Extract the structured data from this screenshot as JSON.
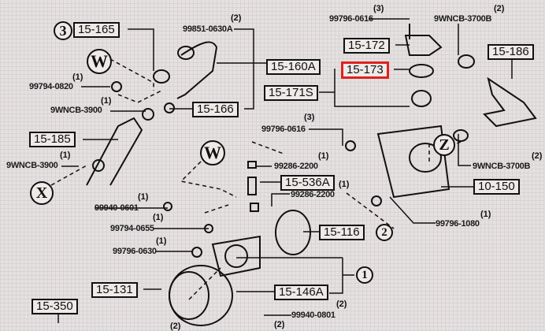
{
  "callouts": {
    "c3": "3",
    "w1": "W",
    "w2": "W",
    "x": "X",
    "z": "Z",
    "c2": "2",
    "c1": "1"
  },
  "boxes": {
    "b15165": "15-165",
    "b15160a": "15-160A",
    "b15166": "15-166",
    "b15185": "15-185",
    "b15172": "15-172",
    "b15173": "15-173",
    "b15186": "15-186",
    "b15171s": "15-171S",
    "b15536a": "15-536A",
    "b10150": "10-150",
    "b15116": "15-116",
    "b15131": "15-131",
    "b15146a": "15-146A",
    "b15350": "15-350"
  },
  "parts": [
    {
      "num": "99851-0630A",
      "qty": "(2)"
    },
    {
      "num": "99794-0820",
      "qty": "(1)"
    },
    {
      "num": "9WNCB-3900",
      "qty": "(1)"
    },
    {
      "num": "9WNCB-3900",
      "qty": "(1)"
    },
    {
      "num": "99796-0616",
      "qty": "(3)"
    },
    {
      "num": "9WNCB-3700B",
      "qty": "(2)"
    },
    {
      "num": "99796-0616",
      "qty": "(3)"
    },
    {
      "num": "9WNCB-3700B",
      "qty": "(2)"
    },
    {
      "num": "99286-2200",
      "qty": "(1)"
    },
    {
      "num": "99286-2200",
      "qty": "(1)"
    },
    {
      "num": "99796-1080",
      "qty": "(1)"
    },
    {
      "num": "99940-0601",
      "qty": "(1)"
    },
    {
      "num": "99794-0655",
      "qty": "(1)"
    },
    {
      "num": "99796-0630",
      "qty": "(1)"
    },
    {
      "num": "99940-0801",
      "qty": "(2)"
    }
  ],
  "extra_qty": [
    "(2)",
    "(2)"
  ],
  "highlight_color": "#e02020"
}
